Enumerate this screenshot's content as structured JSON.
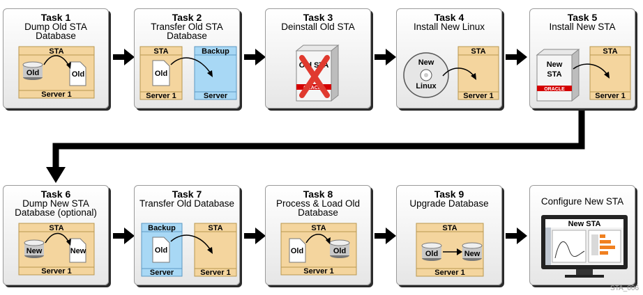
{
  "tasks": [
    {
      "title": "Task 1",
      "desc": "Dump Old STA Database",
      "box": "STA",
      "doc": "Old",
      "disk": "Old",
      "server": "Server 1"
    },
    {
      "title": "Task 2",
      "desc": "Transfer Old STA Database",
      "box": "STA",
      "doc": "Old",
      "server": "Server 1",
      "backup": "Backup",
      "backup_server": "Server"
    },
    {
      "title": "Task 3",
      "desc": "Deinstall Old STA",
      "product_text": "Old STA",
      "vendor": "ORACLE"
    },
    {
      "title": "Task 4",
      "desc": "Install New Linux",
      "cd_text_1": "New",
      "cd_text_2": "Linux",
      "box": "STA",
      "server": "Server 1"
    },
    {
      "title": "Task 5",
      "desc": "Install New STA",
      "product_text_1": "New",
      "product_text_2": "STA",
      "vendor": "ORACLE",
      "box": "STA",
      "server": "Server 1"
    },
    {
      "title": "Task 6",
      "desc": "Dump New STA Database (optional)",
      "box": "STA",
      "disk": "New",
      "doc": "New",
      "server": "Server 1"
    },
    {
      "title": "Task 7",
      "desc": "Transfer Old Database",
      "backup": "Backup",
      "doc": "Old",
      "backup_server": "Server",
      "box": "STA",
      "server": "Server 1"
    },
    {
      "title": "Task 8",
      "desc": "Process & Load Old Database",
      "box": "STA",
      "doc": "Old",
      "disk": "Old",
      "server": "Server 1"
    },
    {
      "title": "Task 9",
      "desc": "Upgrade Database",
      "box": "STA",
      "disk1": "Old",
      "disk2": "New",
      "server": "Server 1"
    },
    {
      "title": "",
      "desc": "Configure New STA",
      "screen_title": "New STA"
    }
  ],
  "figure_id": "STA_006",
  "colors": {
    "sta_box": "#f4d59e",
    "backup_box": "#a8d8f5",
    "arrow": "#000000",
    "card_bg": "#f0f0f0"
  }
}
